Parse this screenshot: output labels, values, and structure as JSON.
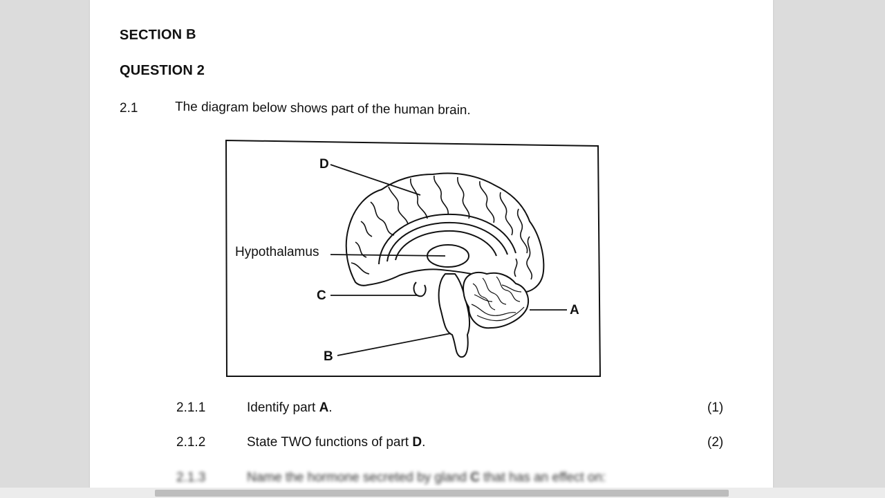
{
  "section_title": "SECTION B",
  "question_title": "QUESTION 2",
  "question": {
    "number": "2.1",
    "text": "The diagram below shows part of the human brain."
  },
  "diagram_labels": {
    "d": "D",
    "hypothalamus": "Hypothalamus",
    "c": "C",
    "a": "A",
    "b": "B"
  },
  "subquestions": [
    {
      "number": "2.1.1",
      "text_before": "Identify part ",
      "bold": "A",
      "text_after": ".",
      "marks": "(1)"
    },
    {
      "number": "2.1.2",
      "text_before": "State TWO functions of part ",
      "bold": "D",
      "text_after": ".",
      "marks": "(2)"
    },
    {
      "number": "2.1.3",
      "text_before": "Name the hormone secreted by gland ",
      "bold": "C",
      "text_after": " that has an effect on:",
      "marks": ""
    }
  ]
}
